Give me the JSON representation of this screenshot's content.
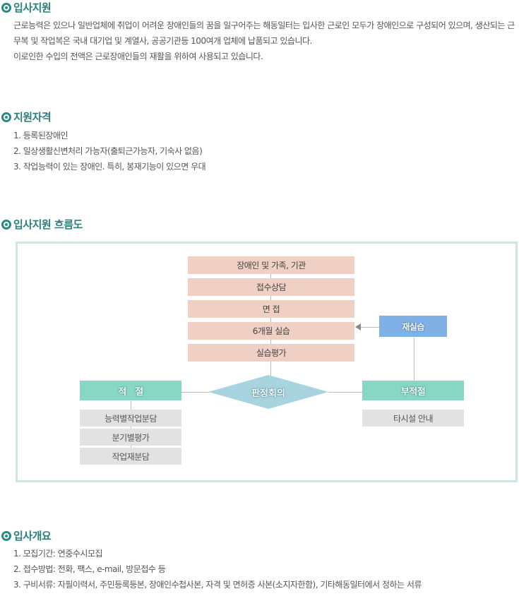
{
  "sections": {
    "intro": {
      "title": "입사지원",
      "paragraph": "근로능력은 있으나 일반업체에 취업이 어려운 장애인들의 꿈을 일구어주는 해동일터는 입사한 근로인 모두가 장애인으로 구성되어 있으며, 생산되는 근무복 및 작업복은 국내 대기업 및 계열사, 공공기관등 100여개 업체에 납품되고 있습니다.",
      "paragraph2": "이로인한 수입의 전액은 근로장애인들의 재활을 위하여 사용되고 있습니다."
    },
    "qualification": {
      "title": "지원자격",
      "items": [
        "1. 등록된장애인",
        "2. 일상생활신변처리 가능자(출퇴근가능자, 기숙사 없음)",
        "3. 작업능력이 있는 장애인. 특히, 봉재기능이 있으면 우대"
      ]
    },
    "flow": {
      "title": "입사지원 흐름도",
      "steps": [
        "장애인 및 가족, 기관",
        "접수상담",
        "면 접",
        "6개월 실습",
        "실습평가"
      ],
      "decision": "판정회의",
      "suitable": "적　절",
      "unsuitable": "부적절",
      "retraining": "재실습",
      "suitable_steps": [
        "능력별작업분담",
        "분기별평가",
        "작업재분담"
      ],
      "unsuitable_step": "타시설 안내",
      "colors": {
        "step": "#f0d0c4",
        "suitable": "#88d6c4",
        "decision": "#a8d4df",
        "retraining": "#7fb0e6",
        "gray": "#e2e2e2",
        "border": "#cfe5e5"
      }
    },
    "overview": {
      "title": "입사개요",
      "items": [
        "1. 모집기간: 연중수시모집",
        "2. 접수방법: 전화, 팩스, e-mail, 방문접수 등",
        "3. 구비서류: 자필이력서, 주민등록등본, 장애인수첩사본, 자격 및 면허증 사본(소지자한함), 기타해동일터에서 정하는 서류"
      ]
    }
  }
}
